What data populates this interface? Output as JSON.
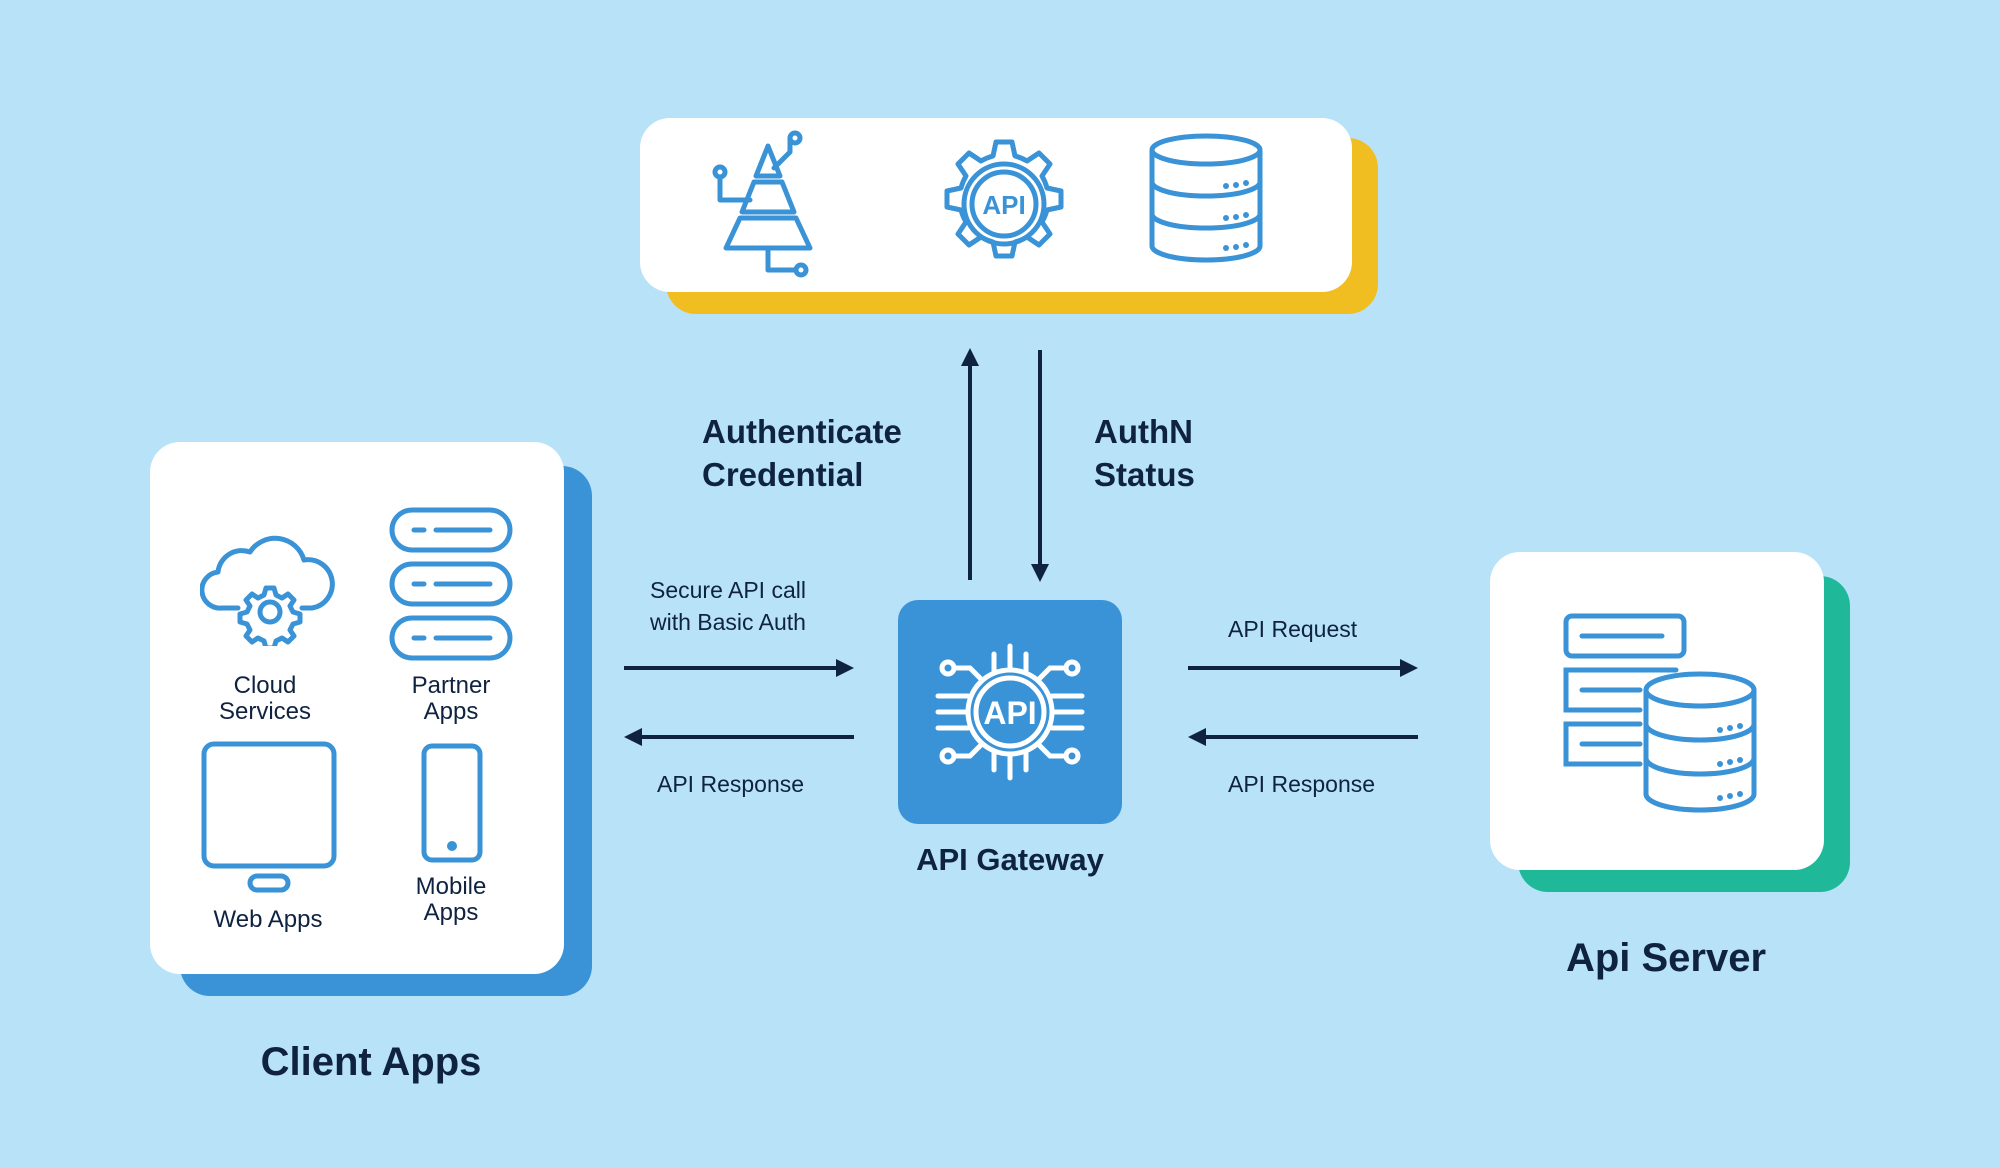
{
  "labels": {
    "authenticate": "Authenticate\nCredential",
    "authn_status": "AuthN\nStatus",
    "secure_call": "Secure API call\nwith Basic Auth",
    "api_response_left": "API Response",
    "api_request": "API Request",
    "api_response_right": "API Response",
    "api_gateway": "API Gateway",
    "client_apps": "Client Apps",
    "api_server": "Api Server",
    "gateway_icon_text": "API",
    "gear_icon_text": "API"
  },
  "client_items": {
    "cloud": "Cloud\nServices",
    "partner": "Partner\nApps",
    "web": "Web Apps",
    "mobile": "Mobile\nApps"
  },
  "colors": {
    "background": "#B8E2F8",
    "icon_stroke": "#3A93D6",
    "auth_shadow": "#F1BE22",
    "client_shadow": "#3A93D6",
    "server_shadow": "#1FB99A",
    "gateway_fill": "#3A93D6",
    "text_dark": "#0F2340"
  },
  "icons": {
    "auth_services": [
      "tree-network-icon",
      "api-gear-icon",
      "database-icon"
    ],
    "client_apps": [
      "cloud-gear-icon",
      "server-stack-icon",
      "monitor-icon",
      "mobile-phone-icon"
    ],
    "gateway": "api-chip-icon",
    "api_server": "server-database-icon"
  }
}
